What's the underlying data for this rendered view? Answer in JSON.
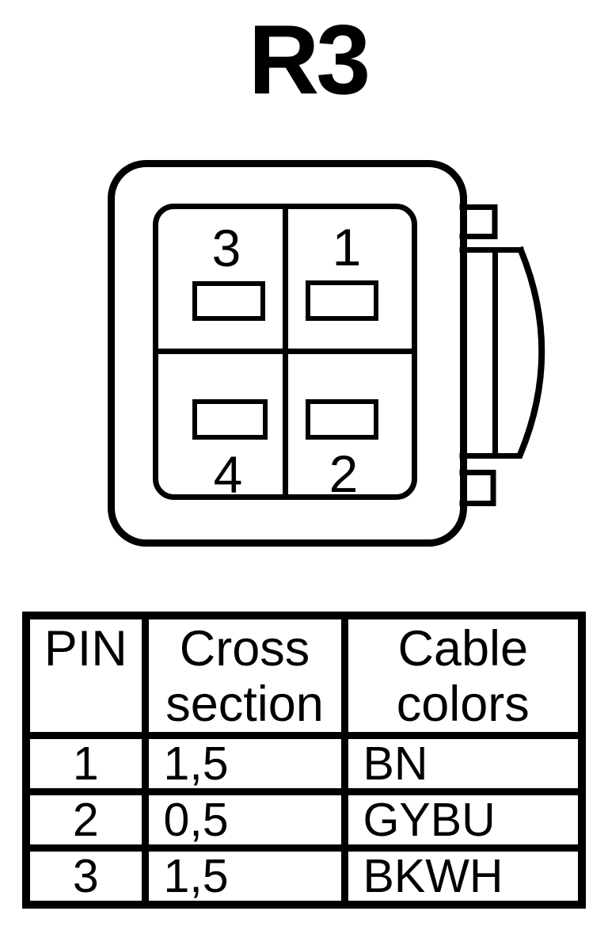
{
  "title": "R3",
  "connector": {
    "pin_labels": {
      "top_left": "3",
      "top_right": "1",
      "bottom_left": "4",
      "bottom_right": "2"
    }
  },
  "table": {
    "headers": [
      {
        "lines": [
          "PIN",
          ""
        ]
      },
      {
        "lines": [
          "Cross",
          "section"
        ]
      },
      {
        "lines": [
          "Cable",
          "colors"
        ]
      }
    ],
    "rows": [
      {
        "pin": "1",
        "cross_section": "1,5",
        "cable_colors": "BN"
      },
      {
        "pin": "2",
        "cross_section": "0,5",
        "cable_colors": "GYBU"
      },
      {
        "pin": "3",
        "cross_section": "1,5",
        "cable_colors": "BKWH"
      }
    ]
  },
  "colors": {
    "foreground": "#000000",
    "background": "#ffffff"
  }
}
